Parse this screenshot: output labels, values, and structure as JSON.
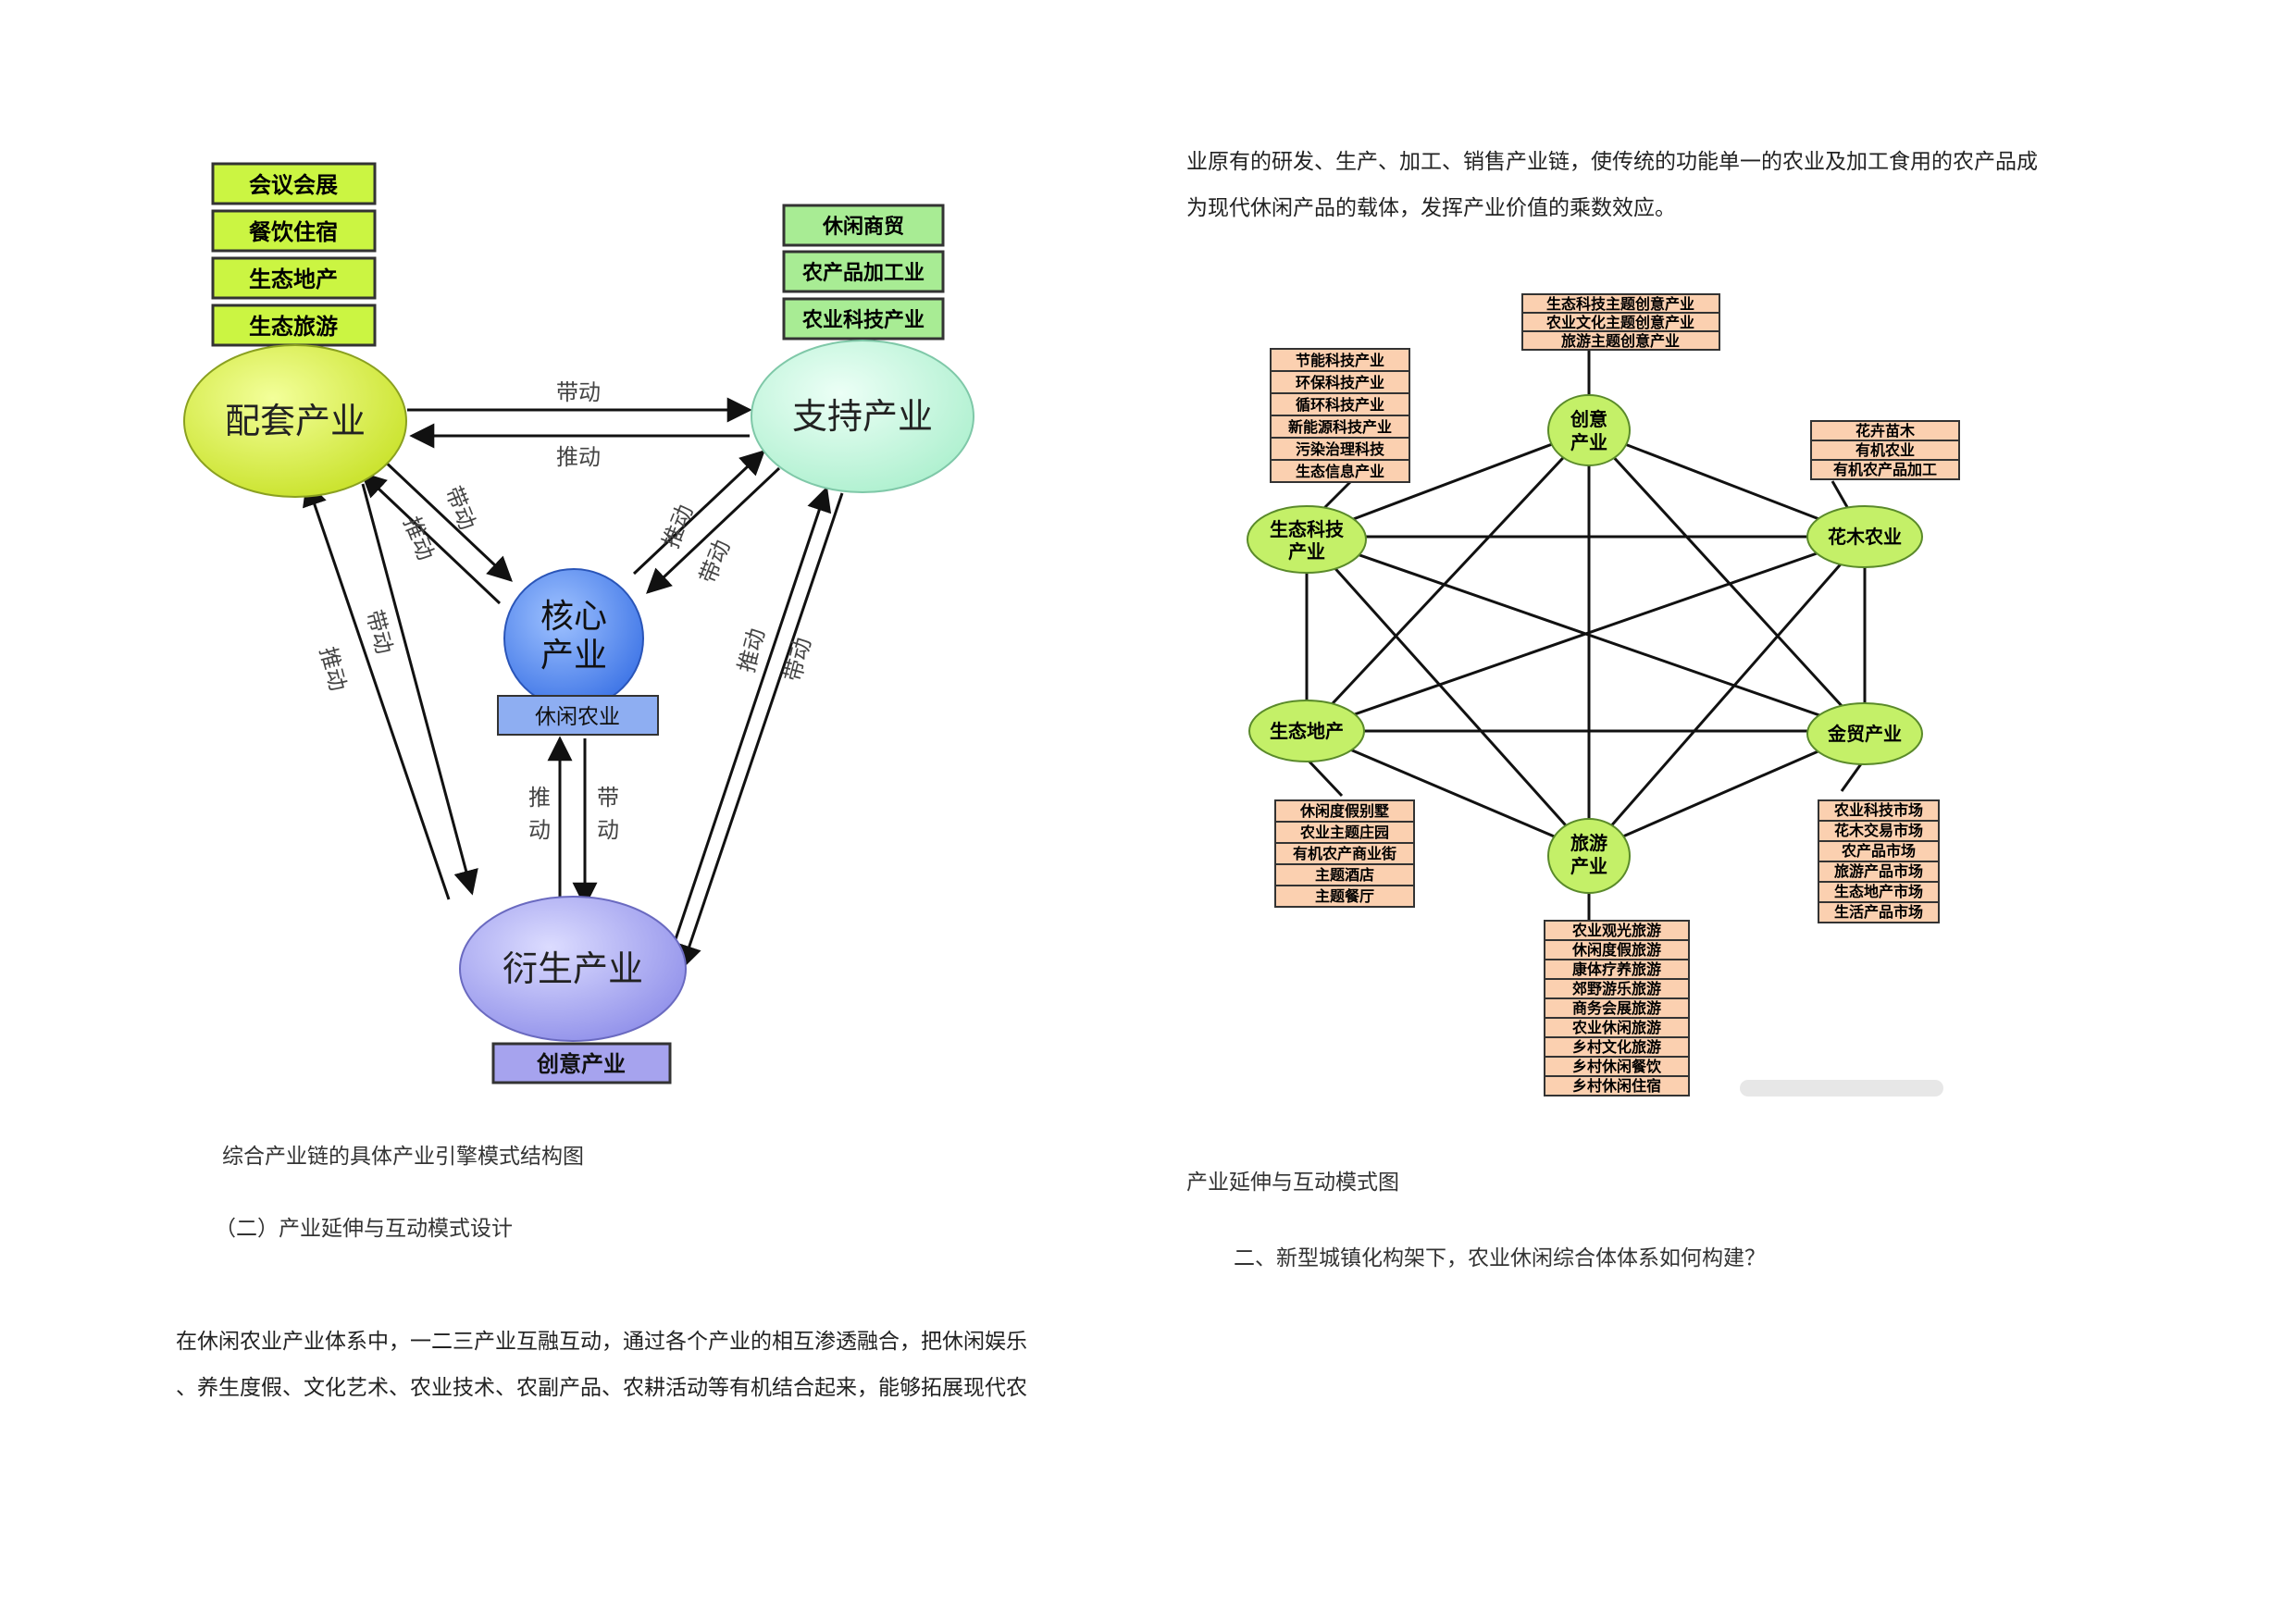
{
  "left_diagram": {
    "nodes": {
      "peitao": "配套产业",
      "zhichi": "支持产业",
      "hexin_line1": "核心",
      "hexin_line2": "产业",
      "yansheng": "衍生产业"
    },
    "peitao_items": [
      "会议会展",
      "餐饮住宿",
      "生态地产",
      "生态旅游"
    ],
    "zhichi_items": [
      "休闲商贸",
      "农产品加工业",
      "农业科技产业"
    ],
    "hexin_item": "休闲农业",
    "yansheng_item": "创意产业",
    "edge_labels": {
      "dai": "带动",
      "tui": "推动",
      "dai_v1": "带",
      "dai_v2": "动",
      "tui_v1": "推",
      "tui_v2": "动"
    },
    "caption": "综合产业链的具体产业引擎模式结构图"
  },
  "section_heading": "（二）产业延伸与互动模式设计",
  "left_paragraph": {
    "line1": "在休闲农业产业体系中，一二三产业互融互动，通过各个产业的相互渗透融合，把休闲娱乐",
    "line2": "、养生度假、文化艺术、农业技术、农副产品、农耕活动等有机结合起来，能够拓展现代农"
  },
  "right_paragraph": {
    "line1": "业原有的研发、生产、加工、销售产业链，使传统的功能单一的农业及加工食用的农产品成",
    "line2": "为现代休闲产品的载体，发挥产业价值的乘数效应。"
  },
  "right_diagram": {
    "nodes": {
      "chuangyi_1": "创意",
      "chuangyi_2": "产业",
      "shengtai_keji_1": "生态科技",
      "shengtai_keji_2": "产业",
      "huamu": "花木农业",
      "shengtai_dichan": "生态地产",
      "jinmao": "金贸产业",
      "lvyou_1": "旅游",
      "lvyou_2": "产业"
    },
    "boxes": {
      "chuangyi": [
        "生态科技主题创意产业",
        "农业文化主题创意产业",
        "旅游主题创意产业"
      ],
      "shengtai_keji": [
        "节能科技产业",
        "环保科技产业",
        "循环科技产业",
        "新能源科技产业",
        "污染治理科技",
        "生态信息产业"
      ],
      "huamu": [
        "花卉苗木",
        "有机农业",
        "有机农产品加工"
      ],
      "shengtai_dichan": [
        "休闲度假别墅",
        "农业主题庄园",
        "有机农产商业街",
        "主题酒店",
        "主题餐厅"
      ],
      "jinmao": [
        "农业科技市场",
        "花木交易市场",
        "农产品市场",
        "旅游产品市场",
        "生态地产市场",
        "生活产品市场"
      ],
      "lvyou": [
        "农业观光旅游",
        "休闲度假旅游",
        "康体疗养旅游",
        "郊野游乐旅游",
        "商务会展旅游",
        "农业休闲旅游",
        "乡村文化旅游",
        "乡村休闲餐饮",
        "乡村休闲住宿"
      ]
    },
    "caption": "产业延伸与互动模式图"
  },
  "right_heading": "二、新型城镇化构架下，农业休闲综合体体系如何构建？",
  "colors": {
    "lime_box": "#cbf542",
    "peitao_ellipse": "#d8ef3f",
    "zhichi_ellipse": "#c8f5e0",
    "hexin_ellipse": "#5b8ef0",
    "yansheng_ellipse": "#a8a8f2",
    "green_box": "#a8ec94",
    "blue_box": "#8eaef2",
    "purple_box": "#a6a3ee",
    "hex_node": "#c4f068",
    "peach_box": "#fbd0b0"
  }
}
